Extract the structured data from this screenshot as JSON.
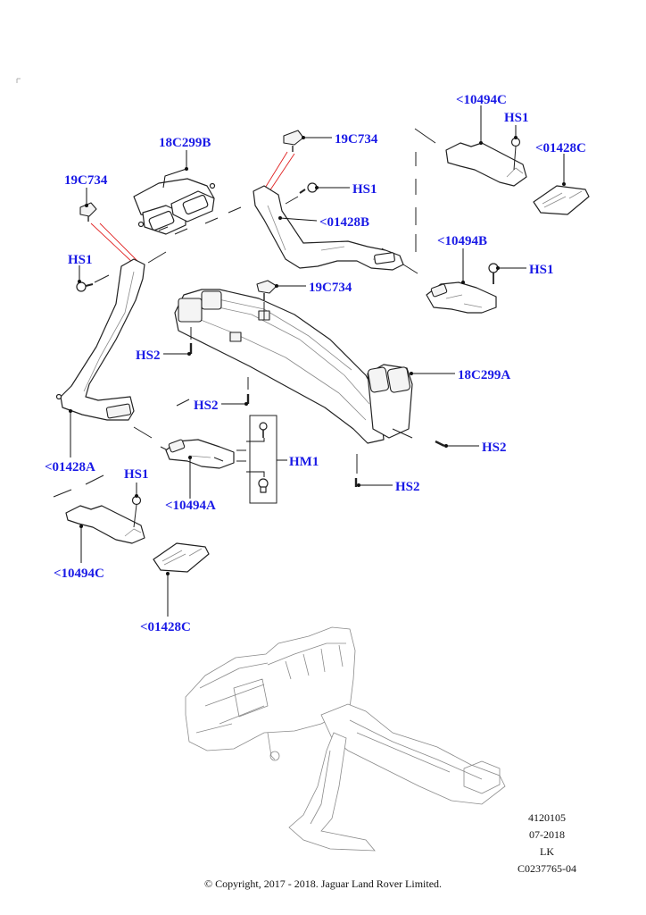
{
  "diagram": {
    "label_color": "#1a1ae6",
    "callouts": {
      "c_18C299B": "18C299B",
      "c_19C734_left": "19C734",
      "c_19C734_top": "19C734",
      "c_19C734_mid": "19C734",
      "c_HS1_top_mid": "HS1",
      "c_01428B": "<01428B",
      "c_10494C_top": "<10494C",
      "c_HS1_top_right": "HS1",
      "c_01428C_top": "<01428C",
      "c_10494B": "<10494B",
      "c_HS1_right": "HS1",
      "c_HS1_left": "HS1",
      "c_HS2_left": "HS2",
      "c_HS2_mid": "HS2",
      "c_18C299A": "18C299A",
      "c_HS2_right": "HS2",
      "c_HS2_bottom": "HS2",
      "c_HM1": "HM1",
      "c_01428A": "<01428A",
      "c_HS1_bottom": "HS1",
      "c_10494A": "<10494A",
      "c_10494C_bottom": "<10494C",
      "c_01428C_bottom": "<01428C"
    }
  },
  "meta": {
    "illustration_number": "4120105",
    "date": "07-2018",
    "initials": "LK",
    "drawing_code": "C0237765-04"
  },
  "footer": {
    "copyright": "© Copyright, 2017 - 2018. Jaguar Land Rover Limited."
  }
}
